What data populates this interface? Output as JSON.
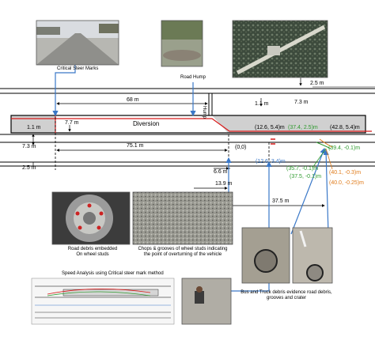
{
  "colors": {
    "blue_arrow": "#3a78c8",
    "red_line": "#d81b1b",
    "green_text": "#2e9a2e",
    "orange_text": "#e07b1a",
    "diversion_fill": "#d0d0d0"
  },
  "photos": {
    "steer_marks_caption": "Critical Steer Marks",
    "hump_caption": "Road Hump",
    "wheel_caption_line1": "Road debris embedded",
    "wheel_caption_line2": "On wheel studs",
    "grooves_caption_line1": "Chops & grooves of wheel studs indicating",
    "grooves_caption_line2": "the point of overturning of the vehicle",
    "debris_caption_line1": "Bus and Truck debris evidence road debris,",
    "debris_caption_line2": "grooves and crater",
    "speed_title": "Speed Analysis using Critical steer mark method"
  },
  "road": {
    "diversion_label": "Diversion",
    "hump_label": "Hump"
  },
  "dimensions": {
    "d_68": "68 m",
    "d_2_5_top": "2.5 m",
    "d_7_3_top": "7.3 m",
    "d_1_1_right": "1.1 m",
    "d_1_1_left": "1.1 m",
    "d_7_7": "7.7 m",
    "d_75_1": "75.1 m",
    "d_7_3_left": "7.3 m",
    "d_2_5_left": "2.5 m",
    "d_6_6": "6.6 m",
    "d_13_9": "13.9 m",
    "d_37_5": "37.5 m"
  },
  "coordinates": {
    "c_12_6_5_4": "(12.6, 5.4)m",
    "c_37_4_2_5": "(37.4, 2.5)m",
    "c_42_8_5_4": "(42.8, 5.4)m",
    "c_0_0": "(0,0)",
    "c_12_6_3_4": "(12.6, 3.4)m",
    "c_39_4": "(39.4, -0.1)m",
    "c_35_7": "(35.7, -0.1)m",
    "c_37_5": "(37.5, -0.1)m",
    "c_40_1": "(40.1, -0.3)m",
    "c_40_0": "(40.0, -0.25)m"
  }
}
